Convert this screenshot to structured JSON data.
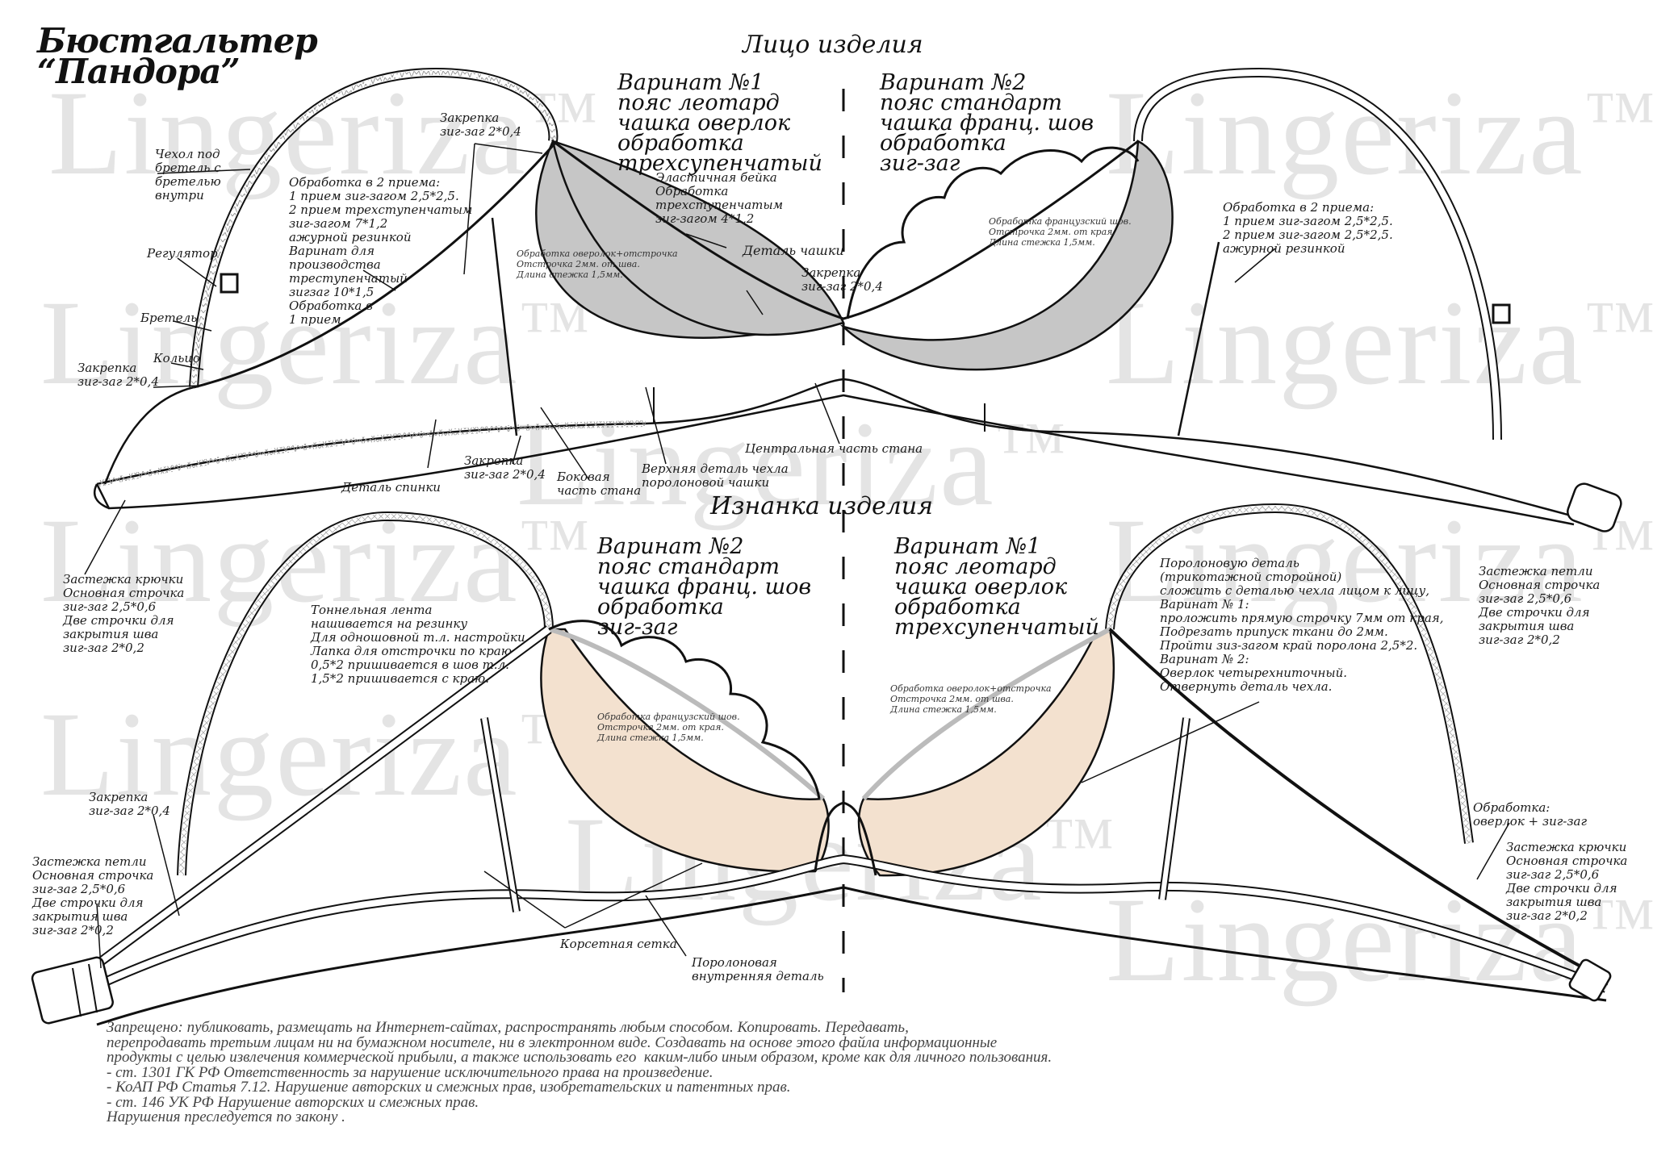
{
  "title": {
    "line1": "Бюстгальтер",
    "line2": "“Пандора”"
  },
  "watermark": {
    "text": "Lingeriza",
    "mark": "™"
  },
  "colors": {
    "cup_grey": "#c6c6c6",
    "cup_beige": "#f3e1cf",
    "outline": "#111111",
    "watermark": "#e4e4e4"
  },
  "sections": {
    "front_title": "Лицо изделия",
    "back_title": "Изнанка изделия"
  },
  "variants": {
    "front_v1": "Варинат №1\nпояс леотард\nчашка оверлок\nобработка\nтрехсупенчатый",
    "front_v2": "Варинат №2\nпояс стандарт\nчашка франц. шов\nобработка\nзиг-заг",
    "back_v2": "Варинат №2\nпояс стандарт\nчашка франц. шов\nобработка\nзиг-заг",
    "back_v1": "Варинат №1\nпояс леотард\nчашка оверлок\nобработка\nтрехсупенчатый"
  },
  "labels": {
    "strap_cover": "Чехол под\nбретель с\nбретелью\nвнутри",
    "regulator": "Регулятор",
    "strap": "Бретель",
    "ring": "Кольцо",
    "bartack_left": "Закрепка\nзиг-заг 2*0,4",
    "bartack_top": "Закрепка\nзиг-заг 2*0,4",
    "processing_left": "Обработка в 2 приема:\n1 прием зиг-загом 2,5*2,5.\n2 прием трехступенчатым\nзиг-загом 7*1,2\nажурной резинкой\nВаринат для\nпроизводства\nтреступенчатый\nзигзаг 10*1,5\nОбработка в\n1 прием",
    "overlock_note_front": "Обработка оверолок+отстрочка\nОтстрочка 2мм. от шва.\nДлина стежка 1,5мм.",
    "elastic_binding": "Эластичная бейка\nОбработка\nтрехступенчатым\nзиг-загом 4*1,2",
    "cup_detail": "Деталь чашки",
    "bartack_center": "Закрепка\nзиг-заг 2*0,4",
    "french_seam_front": "Обработка французский шов.\nОтстрочка 2мм. от края.\nДлина стежка 1,5мм.",
    "processing_right": "Обработка в 2 приема:\n1 прием зиг-загом 2,5*2,5.\n2 прием зиг-загом 2,5*2,5.\nажурной резинкой",
    "back_detail": "Деталь спинки",
    "bartack_bottom": "Закрепка\nзиг-заг 2*0,4",
    "side_band": "Боковая\nчасть стана",
    "upper_cover": "Верхняя деталь чехла\nпоролоновой чашки",
    "center_band": "Центральная часть стана",
    "hook_clasp_left": "Застежка крючки\nОсновная строчка\nзиг-заг 2,5*0,6\nДве строчки для\nзакрытия шва\nзиг-заг 2*0,2",
    "loop_clasp_right": "Застежка петли\nОсновная строчка\nзиг-заг 2,5*0,6\nДве строчки для\nзакрытия шва\nзиг-заг 2*0,2",
    "tunnel_tape": "Тоннельная лента\nнашивается на резинку\nДля одношовной т.л. настройки\nЛапка для отстрочки по краю\n0,5*2 пришивается в шов т.л.\n1,5*2 пришивается с краю.",
    "bartack_back_left": "Закрепка\nзиг-заг 2*0,4",
    "loop_clasp_left": "Застежка петли\nОсновная строчка\nзиг-заг 2,5*0,6\nДве строчки для\nзакрытия шва\nзиг-заг 2*0,2",
    "french_seam_back": "Обработка французский шов.\nОтстрочка 2мм. от края.\nДлина стежка 1,5мм.",
    "overlock_note_back": "Обработка оверолок+отстрочка\nОтстрочка 2мм. от шва.\nДлина стежка 1,5мм.",
    "foam_instructions": "Поролоновую деталь\n(трикотажной сторойной)\nсложить с деталью чехла лицом к лицу,\nВаринат № 1:\nпроложить прямую строчку 7мм от края,\nПодрезать припуск ткани до 2мм.\nПройти зиз-загом край поролона 2,5*2.\nВаринат № 2:\nОверлок четырехниточный.\nОтвернуть деталь чехла.",
    "processing_overlock": "Обработка:\nоверлок + зиг-заг",
    "hook_clasp_right": "Застежка крючки\nОсновная строчка\nзиг-заг 2,5*0,6\nДве строчки для\nзакрытия шва\nзиг-заг 2*0,2",
    "corset_mesh": "Корсетная сетка",
    "foam_inner": "Поролоновая\nвнутренняя деталь"
  },
  "footer": {
    "text": "Запрещено: публиковать, размещать на Интернет-сайтах, распространять любым способом. Копировать. Передавать,\nперепродавать третьим лицам ни на бумажном носителе, ни в электронном виде. Создавать на основе этого файла информационные\nпродукты с целью извлечения коммерческой прибыли, а также использовать его  каким-либо иным образом, кроме как для личного пользования.\n- ст. 1301 ГК РФ Ответственность за нарушение исключительного права на произведение.\n- КоАП РФ Статья 7.12. Нарушение авторских и смежных прав, изобретательских и патентных прав.\n- ст. 146 УК РФ Нарушение авторских и смежных прав.\nНарушения преследуется по закону ."
  }
}
